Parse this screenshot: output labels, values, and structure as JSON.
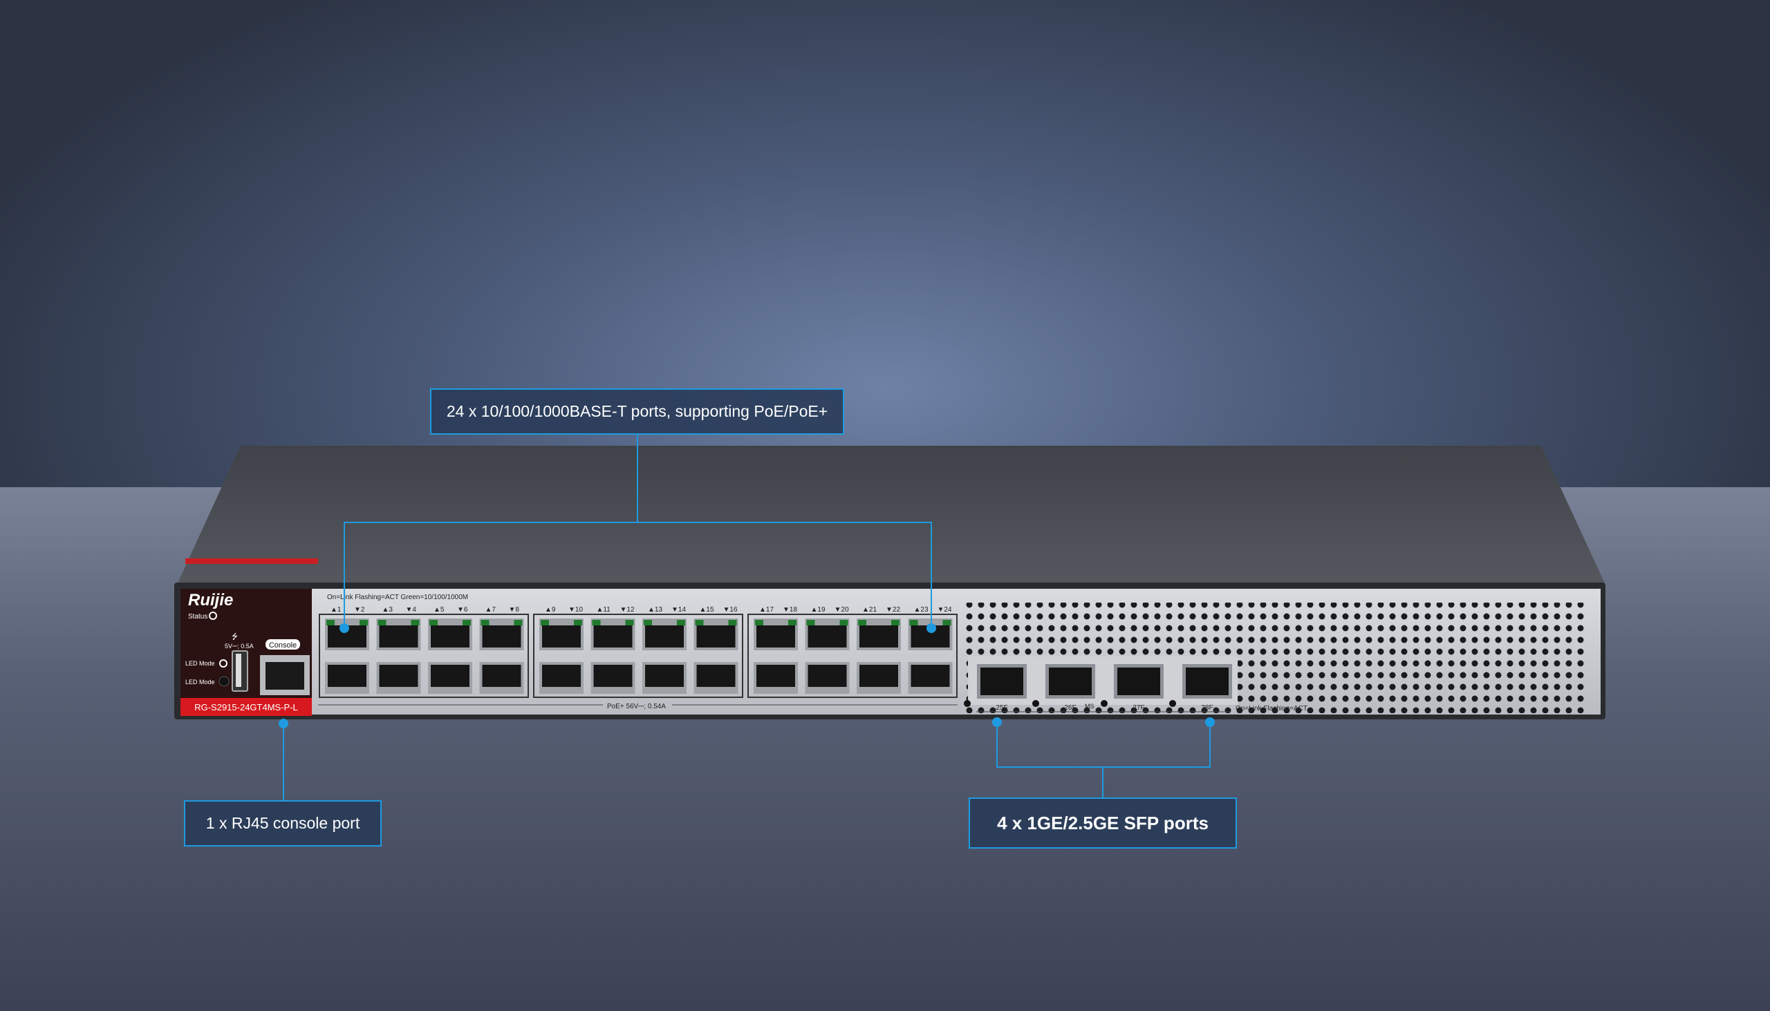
{
  "callouts": {
    "ports": "24 x 10/100/1000BASE-T ports, supporting PoE/PoE+",
    "console": "1 x RJ45 console port",
    "sfp": "4 x 1GE/2.5GE SFP ports"
  },
  "switch": {
    "logo": "Ruijie",
    "status_label": "Status",
    "led_mode_1": "LED Mode",
    "led_mode_2": "LED Mode",
    "usb_rating": "5V⎓; 0.5A",
    "console_label": "Console",
    "model": "RG-S2915-24GT4MS-P-L",
    "led_legend": "On=Link  Flashing=ACT  Green=10/100/1000M",
    "poe_rating": "PoE+ 56V⎓; 0.54A",
    "sfp_legend": "On=Link  Flashing=ACT",
    "ms_label": "MS",
    "rj45_ports": [
      "1",
      "2",
      "3",
      "4",
      "5",
      "6",
      "7",
      "8",
      "9",
      "10",
      "11",
      "12",
      "13",
      "14",
      "15",
      "16",
      "17",
      "18",
      "19",
      "20",
      "21",
      "22",
      "23",
      "24"
    ],
    "sfp_ports": [
      "25F",
      "26F",
      "27F",
      "28F"
    ]
  },
  "colors": {
    "accent": "#1e9be0",
    "brand_red": "#d7191f",
    "led_green": "#1f7a2c"
  }
}
